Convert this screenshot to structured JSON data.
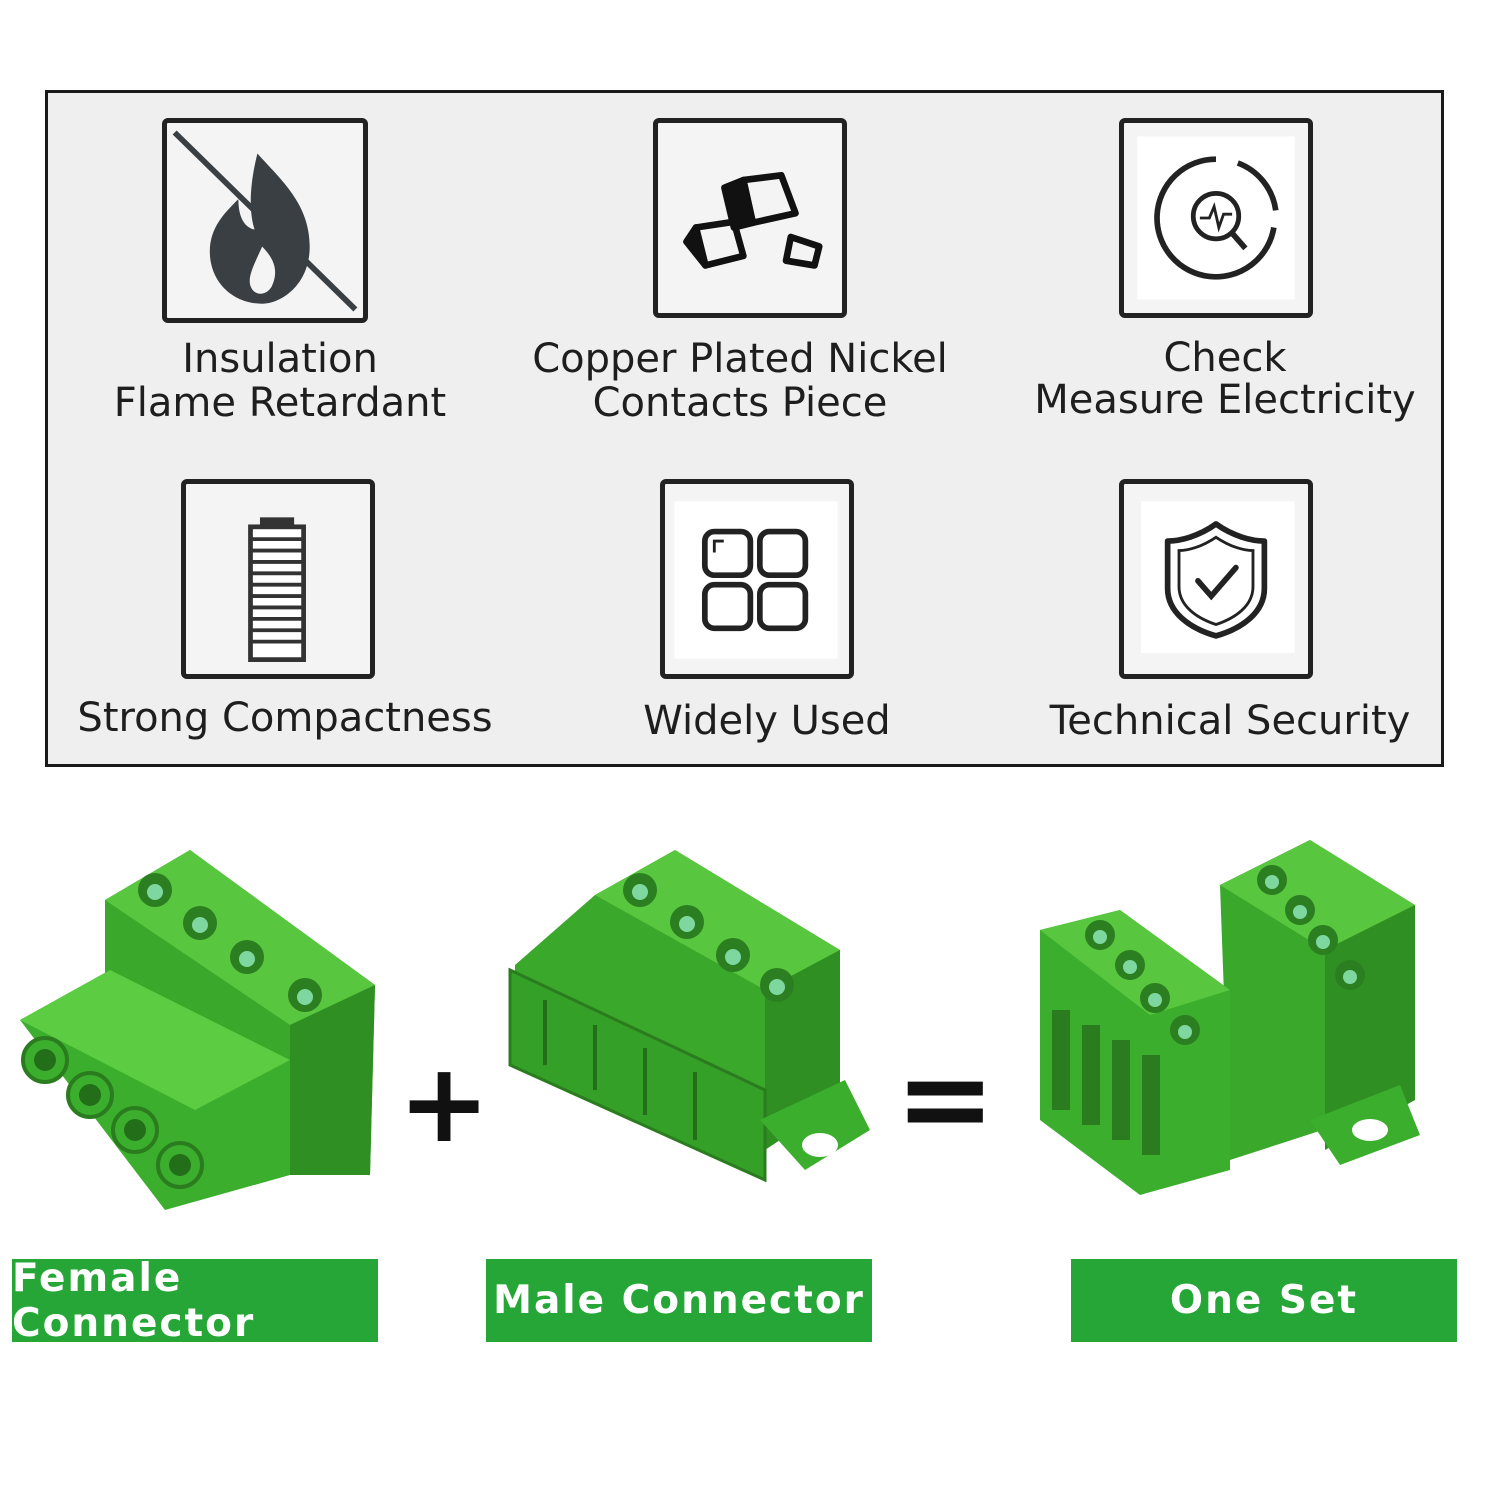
{
  "features": [
    {
      "line1": "Insulation",
      "line2": "Flame Retardant",
      "icon": "no-fire-icon"
    },
    {
      "line1": "Copper Plated Nickel",
      "line2": "Contacts Piece",
      "icon": "metal-bars-icon"
    },
    {
      "line1": "Check",
      "line2": "Measure Electricity",
      "icon": "measure-search-icon"
    },
    {
      "line1": "Strong Compactness",
      "line2": "",
      "icon": "battery-icon"
    },
    {
      "line1": "Widely Used",
      "line2": "",
      "icon": "grid-apps-icon"
    },
    {
      "line1": "Technical Security",
      "line2": "",
      "icon": "shield-check-icon"
    }
  ],
  "products": {
    "female_label": "Female Connector",
    "male_label": "Male Connector",
    "set_label": "One Set",
    "plus": "+",
    "equals": "="
  },
  "colors": {
    "label_bg": "#25a637",
    "connector_green": "#3cae2d",
    "panel_bg": "#efefef"
  }
}
